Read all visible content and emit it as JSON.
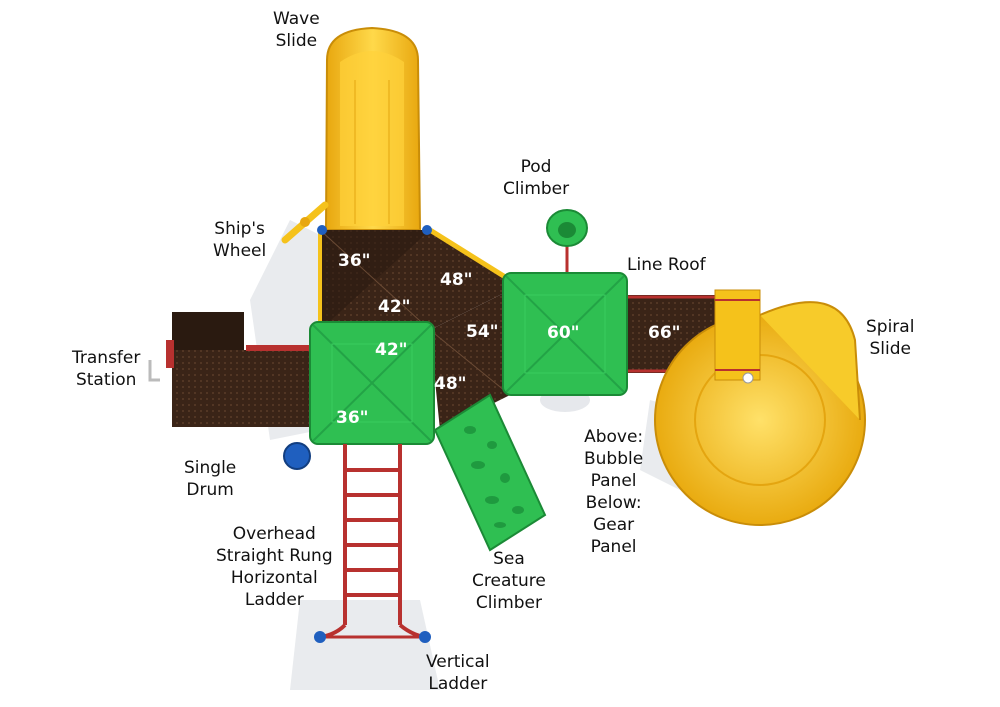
{
  "labels": {
    "wave_slide": [
      "Wave",
      "Slide"
    ],
    "pod_climber": [
      "Pod",
      "Climber"
    ],
    "ships_wheel": [
      "Ship's",
      "Wheel"
    ],
    "line_roof": [
      "Line Roof"
    ],
    "spiral_slide": [
      "Spiral",
      "Slide"
    ],
    "transfer_station": [
      "Transfer",
      "Station"
    ],
    "single_drum": [
      "Single",
      "Drum"
    ],
    "bubble_gear": [
      "Above:",
      "Bubble",
      "Panel",
      "Below:",
      "Gear",
      "Panel"
    ],
    "overhead_ladder": [
      "Overhead",
      "Straight Rung",
      "Horizontal",
      "Ladder"
    ],
    "sea_creature": [
      "Sea",
      "Creature",
      "Climber"
    ],
    "vertical_ladder": [
      "Vertical",
      "Ladder"
    ]
  },
  "deck_heights": {
    "top_left": "36\"",
    "tri_left": "42\"",
    "tri_right": "48\"",
    "roof_left_top": "42\"",
    "roof_left_bottom": "36\"",
    "center": "54\"",
    "lower_tri": "48\"",
    "roof_right": "60\"",
    "bridge": "66\""
  },
  "colors": {
    "deck": "#3a2417",
    "roof_green": "#2fbf52",
    "slide_yellow": "#f5c21b",
    "rail_red": "#b8312f",
    "drum_blue": "#1f5fbf"
  }
}
